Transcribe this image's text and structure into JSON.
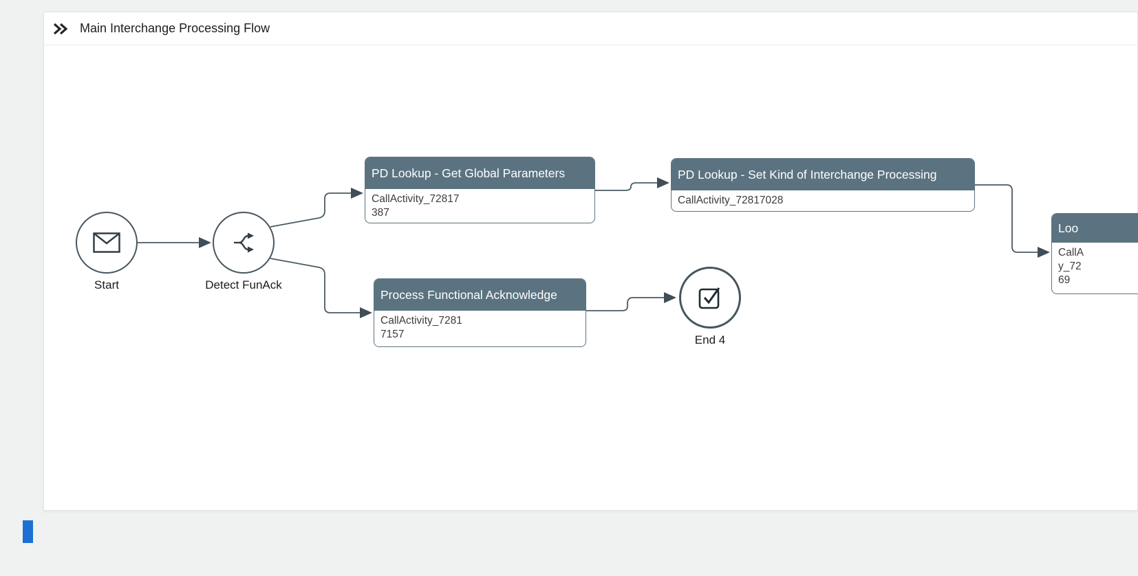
{
  "panel": {
    "title": "Main Interchange Processing Flow",
    "expand_icon": "double-chevron-right-icon"
  },
  "flow": {
    "events": {
      "start": {
        "label": "Start",
        "icon": "envelope-icon"
      },
      "gateway": {
        "label": "Detect FunAck",
        "icon": "split-icon"
      },
      "end": {
        "label": "End 4",
        "icon": "checkbox-icon"
      }
    },
    "tasks": [
      {
        "title": "PD Lookup - Get Global Parameters",
        "lines": [
          "CallActivity_72817",
          "387"
        ]
      },
      {
        "title": "PD Lookup - Set Kind of Interchange Processing",
        "lines": [
          "CallActivity_72817028"
        ]
      },
      {
        "title": "Process Functional Acknowledge",
        "lines": [
          "CallActivity_7281",
          "7157"
        ]
      },
      {
        "title": "Loo",
        "lines": [
          "CallA",
          "y_72",
          "69"
        ]
      }
    ]
  },
  "colors": {
    "task_header": "#5b7380",
    "task_border": "#5b7380",
    "connector": "#4a5a63",
    "arrowhead": "#3f4e57",
    "circle_border": "#47565f",
    "page_bg": "#f0f1f1",
    "panel_bg": "#ffffff",
    "accent_blue": "#1c70d4"
  }
}
